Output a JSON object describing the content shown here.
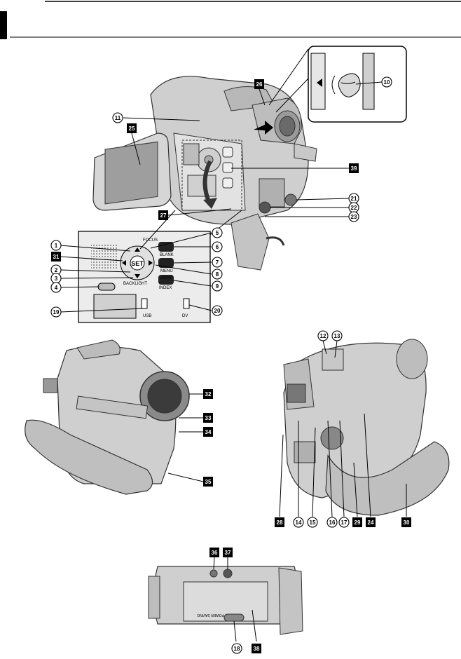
{
  "callouts_circled": [
    "1",
    "2",
    "3",
    "4",
    "5",
    "6",
    "7",
    "8",
    "9",
    "10",
    "11",
    "12",
    "13",
    "14",
    "15",
    "16",
    "17",
    "18",
    "19",
    "20",
    "21",
    "22",
    "23"
  ],
  "callouts_boxed": [
    "24",
    "25",
    "26",
    "27",
    "28",
    "29",
    "30",
    "31",
    "32",
    "33",
    "34",
    "35",
    "36",
    "37",
    "38",
    "39"
  ],
  "panel_text": {
    "focus": "FOCUS",
    "blank": "BLANK",
    "menu": "MENU",
    "light": "LIGHT",
    "index": "INDEX",
    "backlight": "BACKLIGHT",
    "usb": "USB",
    "dv": "DV",
    "power_saving": "POWER SAVING"
  },
  "colors": {
    "ink": "#000000",
    "body_light": "#d9d9d9",
    "body_mid": "#bdbdbd",
    "body_dark": "#8c8c8c",
    "panel": "#e6e6e6"
  }
}
